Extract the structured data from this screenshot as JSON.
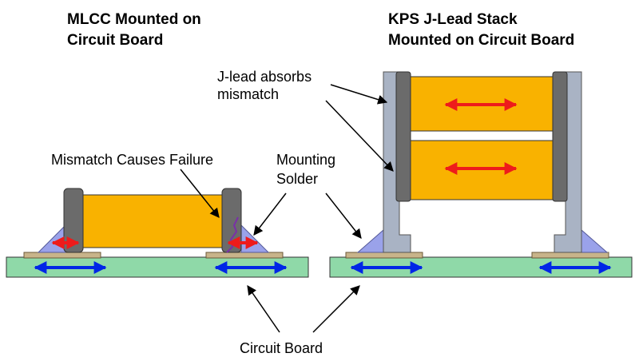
{
  "titles": {
    "left_line1": "MLCC Mounted on",
    "left_line2": "Circuit Board",
    "right_line1": "KPS J-Lead Stack",
    "right_line2": "Mounted on Circuit Board"
  },
  "labels": {
    "jlead_line1": "J-lead absorbs",
    "jlead_line2": "mismatch",
    "failure": "Mismatch Causes Failure",
    "solder_line1": "Mounting",
    "solder_line2": "Solder",
    "board": "Circuit Board"
  },
  "colors": {
    "board": "#8fd9a8",
    "pad": "#c8b48a",
    "solder": "#9aa2ea",
    "capacitor": "#f9b200",
    "termination": "#6b6b6b",
    "jlead": "#a9b3c4",
    "board_arrow": "#0026e6",
    "cap_arrow": "#ee1b1b",
    "crack": "#7a2fa8"
  }
}
